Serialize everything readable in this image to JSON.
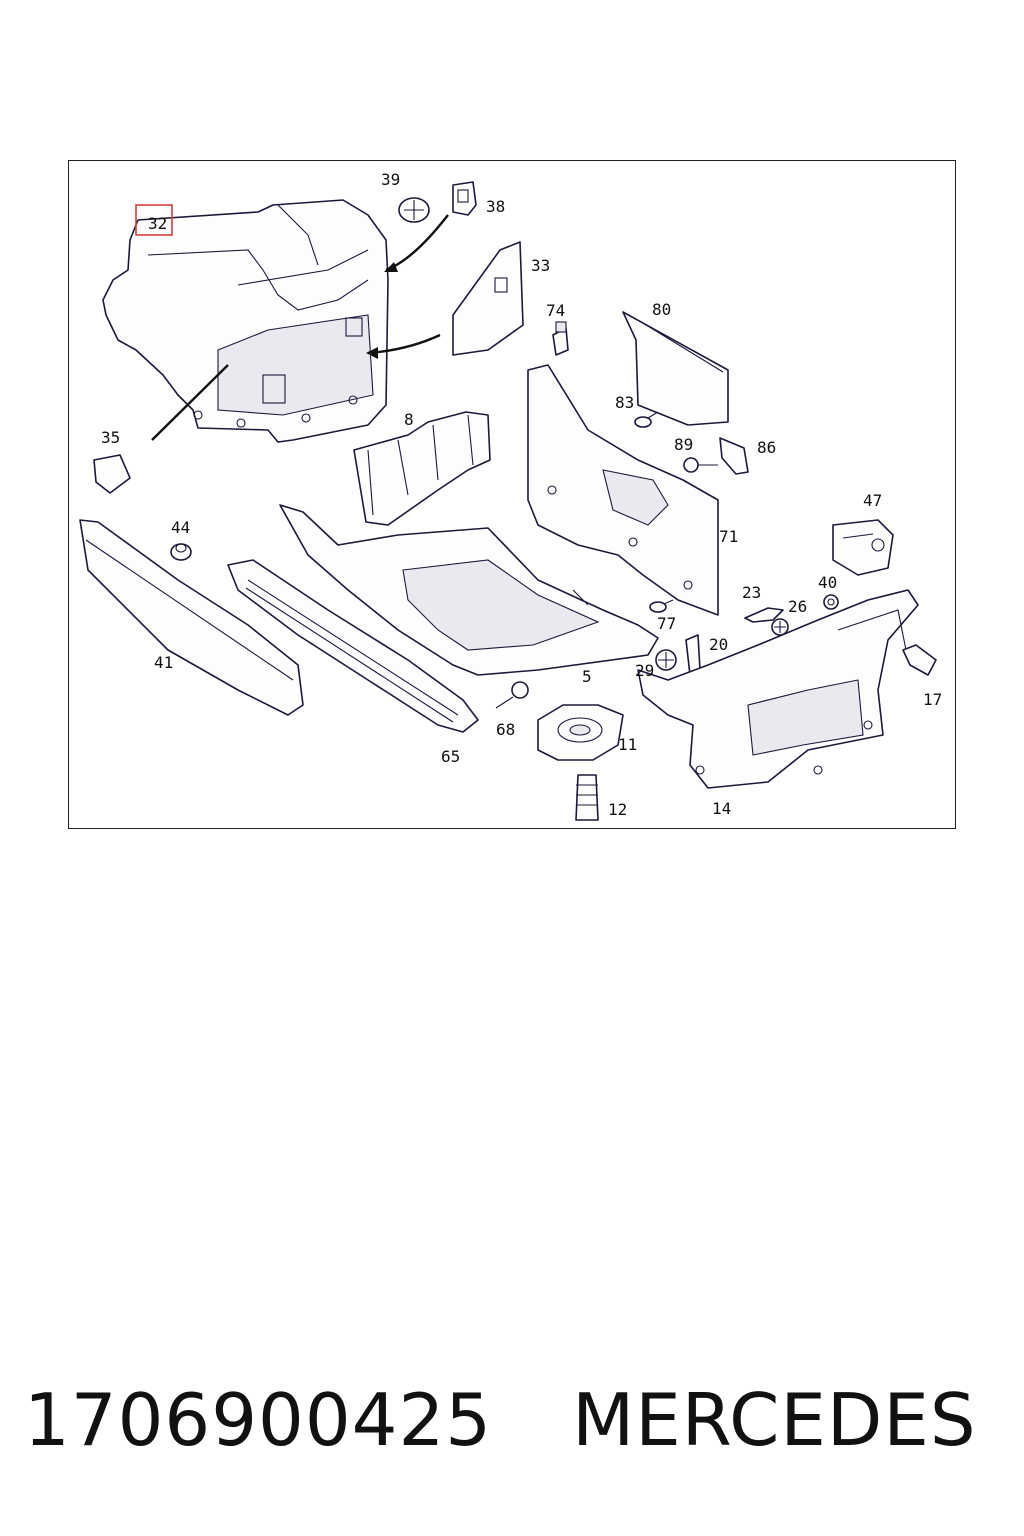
{
  "diagram": {
    "highlighted_callout": "32",
    "highlight_color": "#d94040",
    "callouts": {
      "c39": "39",
      "c38": "38",
      "c32": "32",
      "c33": "33",
      "c74": "74",
      "c80": "80",
      "c83": "83",
      "c89": "89",
      "c86": "86",
      "c35": "35",
      "c8": "8",
      "c47": "47",
      "c44": "44",
      "c71": "71",
      "c23": "23",
      "c40": "40",
      "c26": "26",
      "c77": "77",
      "c20": "20",
      "c41": "41",
      "c29": "29",
      "c5": "5",
      "c17": "17",
      "c68": "68",
      "c11": "11",
      "c65": "65",
      "c14": "14",
      "c12": "12"
    }
  },
  "footer": {
    "part_number": "1706900425",
    "brand": "MERCEDES"
  }
}
